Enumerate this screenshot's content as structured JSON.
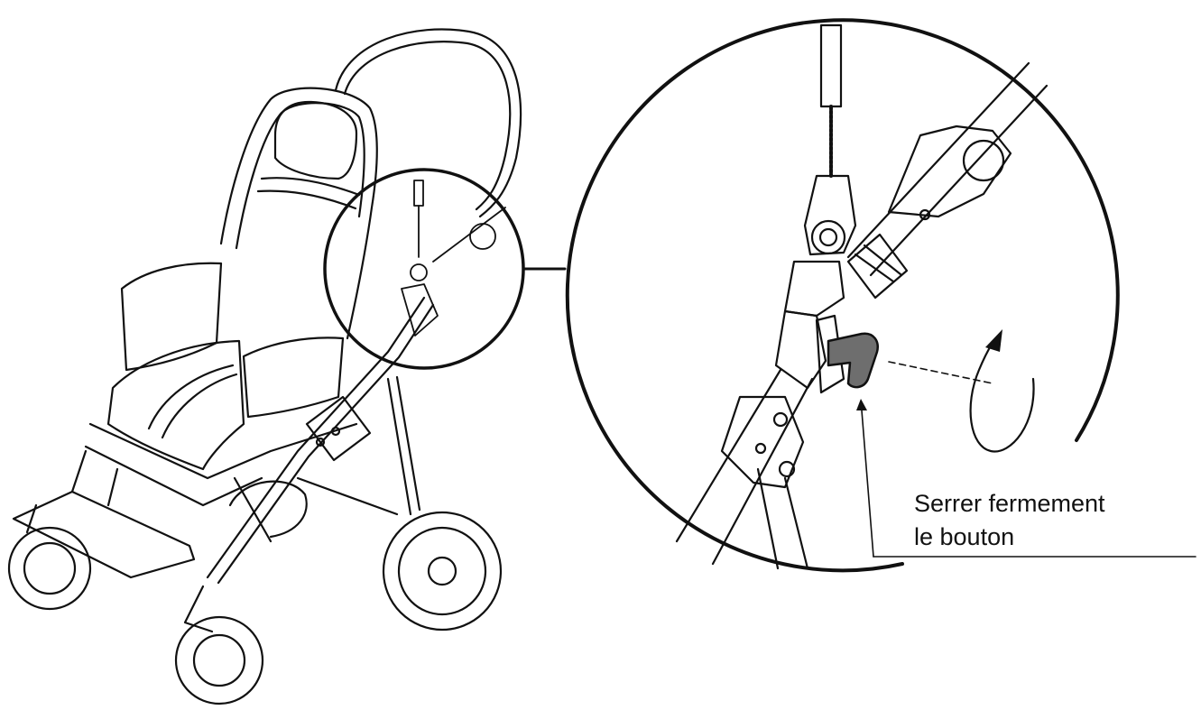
{
  "figure": {
    "subject": "stroller-seating-unit",
    "detail_view": "tilt-adjustment-knob",
    "instruction": {
      "line1": "Serrer fermement",
      "line2": "le bouton"
    },
    "colors": {
      "line": "#111111",
      "knob": "#6e6e6e",
      "background": "#ffffff"
    },
    "icons": {
      "rotation": "rotation-arrow-icon"
    }
  }
}
